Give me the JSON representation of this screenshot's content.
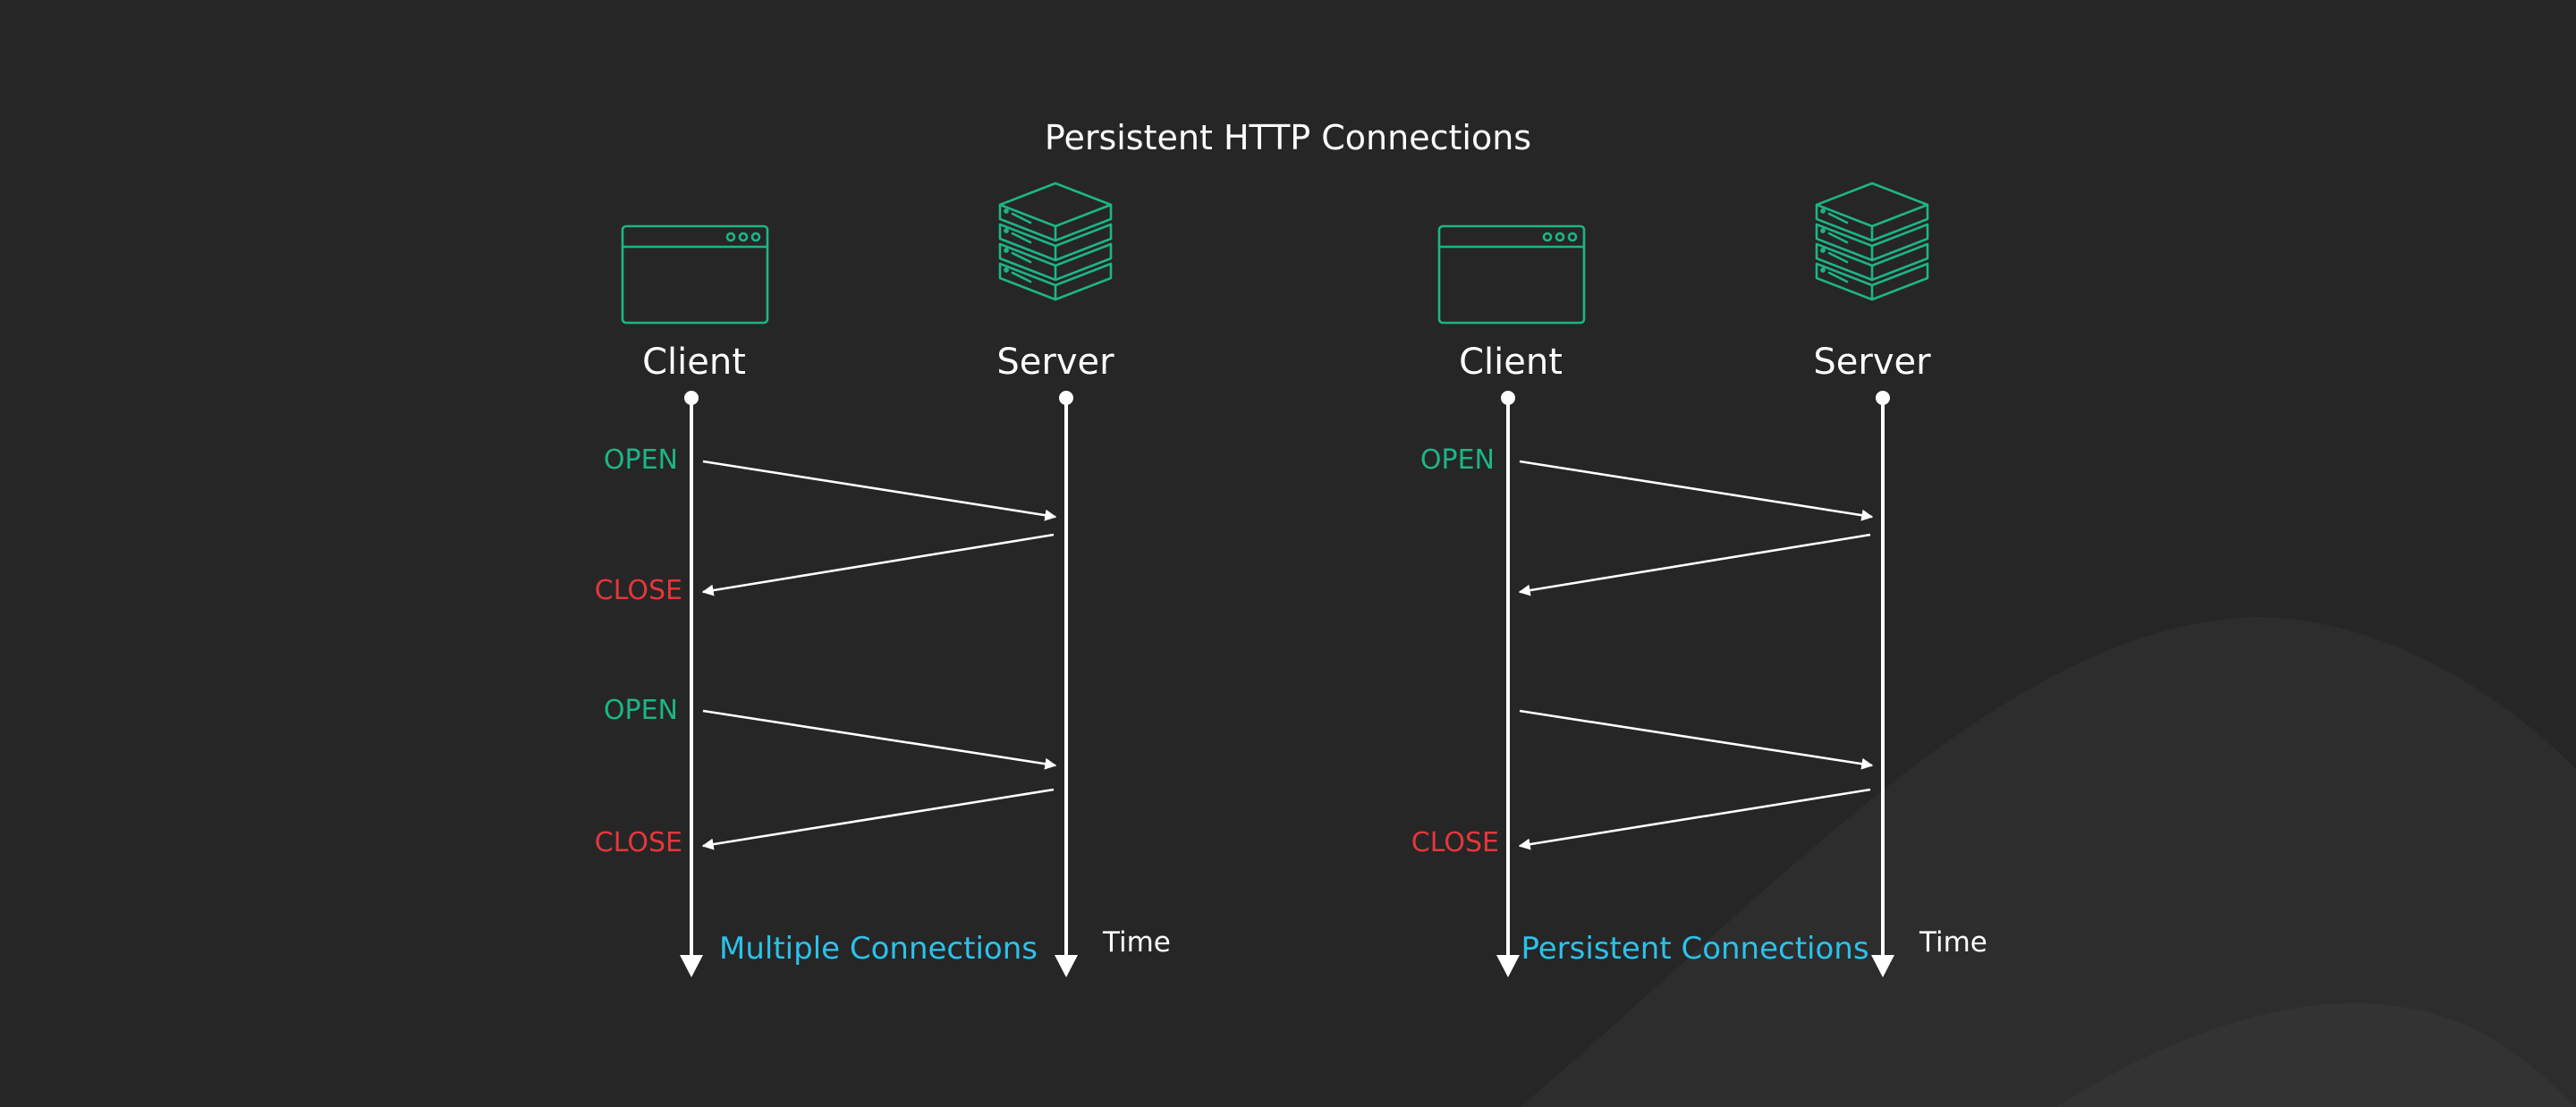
{
  "title": "Persistent HTTP Connections",
  "colors": {
    "background": "#262626",
    "icon": "#1db586",
    "open": "#1db586",
    "close": "#e5363c",
    "caption": "#2cc1ea",
    "text": "#ffffff"
  },
  "icons": {
    "client": "browser-window-icon",
    "server": "server-stack-icon"
  },
  "left": {
    "client_label": "Client",
    "server_label": "Server",
    "time_label": "Time",
    "caption": "Multiple Connections",
    "labels": {
      "open_1": "OPEN",
      "close_1": "CLOSE",
      "open_2": "OPEN",
      "close_2": "CLOSE"
    }
  },
  "right": {
    "client_label": "Client",
    "server_label": "Server",
    "time_label": "Time",
    "caption": "Persistent Connections",
    "labels": {
      "open_1": "OPEN",
      "close_2": "CLOSE"
    }
  }
}
